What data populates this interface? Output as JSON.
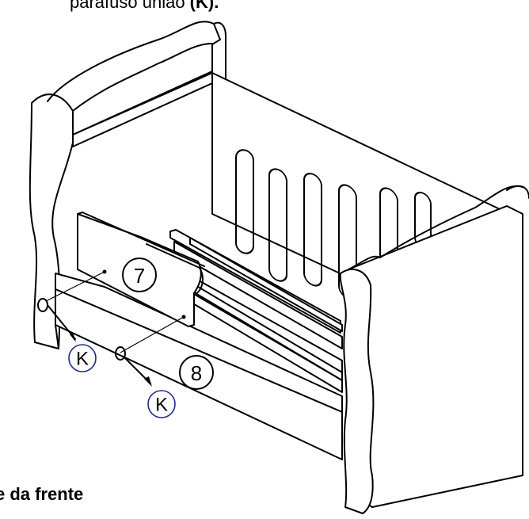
{
  "caption_top": {
    "text": "parafuso união ",
    "bold": "(K)."
  },
  "caption_bottom": "e da frente",
  "callouts": [
    {
      "label": "7"
    },
    {
      "label": "8"
    }
  ],
  "hardware_labels": [
    {
      "label": "K"
    },
    {
      "label": "K"
    }
  ],
  "colors": {
    "line": "#000000",
    "hardware_ring": "#1f2a8a",
    "background": "#ffffff"
  }
}
